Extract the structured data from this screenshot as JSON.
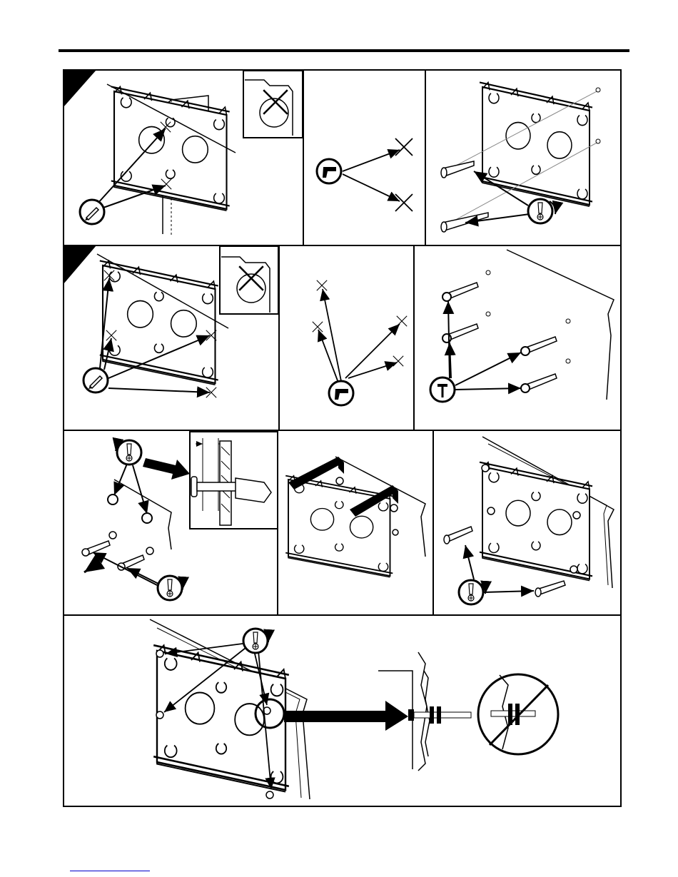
{
  "page": {
    "background": "#ffffff",
    "ink": "#000000",
    "line_gray": "#555555"
  },
  "header_rule": {
    "color": "#000000"
  },
  "footer_link": {
    "color": "#0000cc"
  },
  "icons": {
    "pencil": "pencil-icon",
    "drill": "drill-icon",
    "screwdriver": "screwdriver-icon",
    "hammer": "hammer-icon",
    "no_symbol": "prohibited-icon"
  },
  "panels": [
    {
      "id": "step-1a",
      "name": "mark-stud-holes"
    },
    {
      "id": "step-1b",
      "name": "drill-pilot-holes-stud"
    },
    {
      "id": "step-1c",
      "name": "lag-bolts-stud"
    },
    {
      "id": "step-2a",
      "name": "mark-holes-drywall"
    },
    {
      "id": "step-2b",
      "name": "drill-holes-drywall"
    },
    {
      "id": "step-2c",
      "name": "insert-anchors"
    },
    {
      "id": "step-3a",
      "name": "remove-anchor-screws"
    },
    {
      "id": "step-3b",
      "name": "hang-plate"
    },
    {
      "id": "step-3c",
      "name": "screw-plate"
    },
    {
      "id": "step-4",
      "name": "tighten-plate"
    }
  ]
}
